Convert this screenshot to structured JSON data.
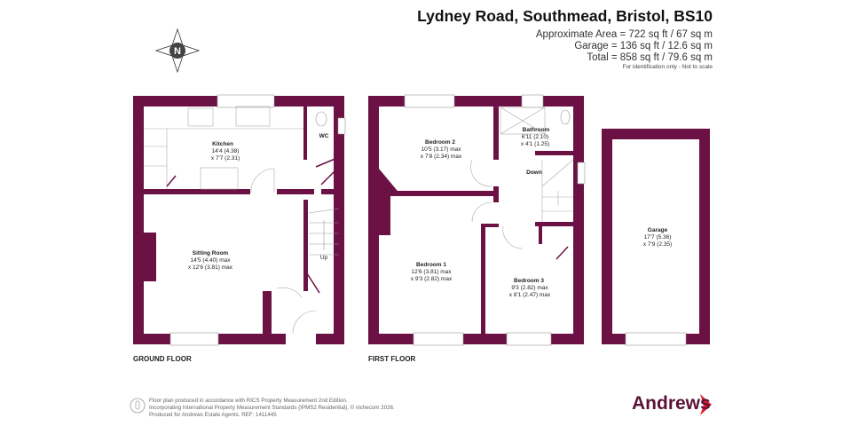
{
  "header": {
    "title": "Lydney Road, Southmead, Bristol, BS10",
    "approx_area": "Approximate Area = 722 sq ft / 67 sq m",
    "garage_area": "Garage = 136 sq ft / 12.6 sq m",
    "total_area": "Total = 858 sq ft / 79.6 sq m",
    "note": "For identification only - Not to scale"
  },
  "compass": {
    "label": "N"
  },
  "ground_floor": {
    "label": "GROUND FLOOR",
    "kitchen": {
      "name": "Kitchen",
      "dim1": "14'4 (4.38)",
      "dim2": "x 7'7 (2.31)"
    },
    "wc": {
      "name": "WC"
    },
    "sitting": {
      "name": "Sitting Room",
      "dim1": "14'5 (4.40) max",
      "dim2": "x 12'6 (3.81) max"
    },
    "stairs": "Up"
  },
  "first_floor": {
    "label": "FIRST FLOOR",
    "bedroom2": {
      "name": "Bedroom 2",
      "dim1": "10'5 (3.17) max",
      "dim2": "x 7'8 (2.34) max"
    },
    "bathroom": {
      "name": "Bathroom",
      "dim1": "6'11 (2.10)",
      "dim2": "x 4'1 (1.25)"
    },
    "stairs": "Down",
    "bedroom1": {
      "name": "Bedroom 1",
      "dim1": "12'6 (3.81) max",
      "dim2": "x 9'3 (2.82) max"
    },
    "bedroom3": {
      "name": "Bedroom 3",
      "dim1": "9'3 (2.82) max",
      "dim2": "x 8'1 (2.47) max"
    }
  },
  "garage": {
    "name": "Garage",
    "dim1": "17'7 (5.36)",
    "dim2": "x 7'9 (2.35)"
  },
  "footer": {
    "line1": "Floor plan produced in accordance with RICS Property Measurement 2nd Edition.",
    "line2": "Incorporating International Property Measurement Standards (IPMS2 Residential).   © nichecom 2026.",
    "line3": "Produced for Andrews Estate Agents.   REF: 1411445"
  },
  "logo": {
    "text": "Andrews"
  },
  "colors": {
    "wall": "#6b1144",
    "logo_text": "#5a1238",
    "logo_arrow": "#e0202e"
  }
}
